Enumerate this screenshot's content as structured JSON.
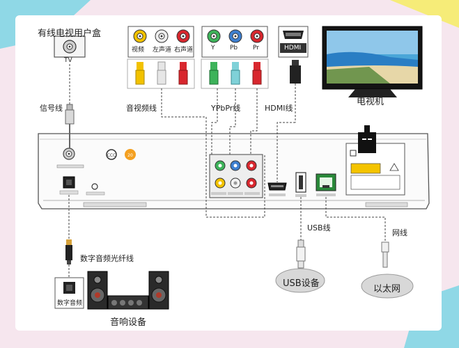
{
  "labels": {
    "cable_box": "有线电视用户盒",
    "tv_port": "TV",
    "signal_cable": "信号线",
    "av_cable": "音视频线",
    "ypbpr_cable": "YPbPr线",
    "hdmi_cable": "HDMI线",
    "television": "电视机",
    "usb_cable": "USB线",
    "net_cable": "网线",
    "optical_cable": "数字音频光纤线",
    "digital_audio": "数字音频",
    "audio_equipment": "音响设备",
    "usb_device": "USB设备",
    "ethernet": "以太网"
  },
  "av_jacks": [
    "视频",
    "左声道",
    "右声道"
  ],
  "ypbpr_jacks": [
    "Y",
    "Pb",
    "Pr"
  ],
  "hdmi_logo": "HDMI",
  "colors": {
    "yellow": "#f2c200",
    "white": "#e6e6e6",
    "red": "#d8272e",
    "green": "#3db35a",
    "blue": "#3d7fd0",
    "border": "#f0c3d6",
    "corner_cyan": "#88d6e4",
    "corner_yellow": "#f4e86c"
  }
}
